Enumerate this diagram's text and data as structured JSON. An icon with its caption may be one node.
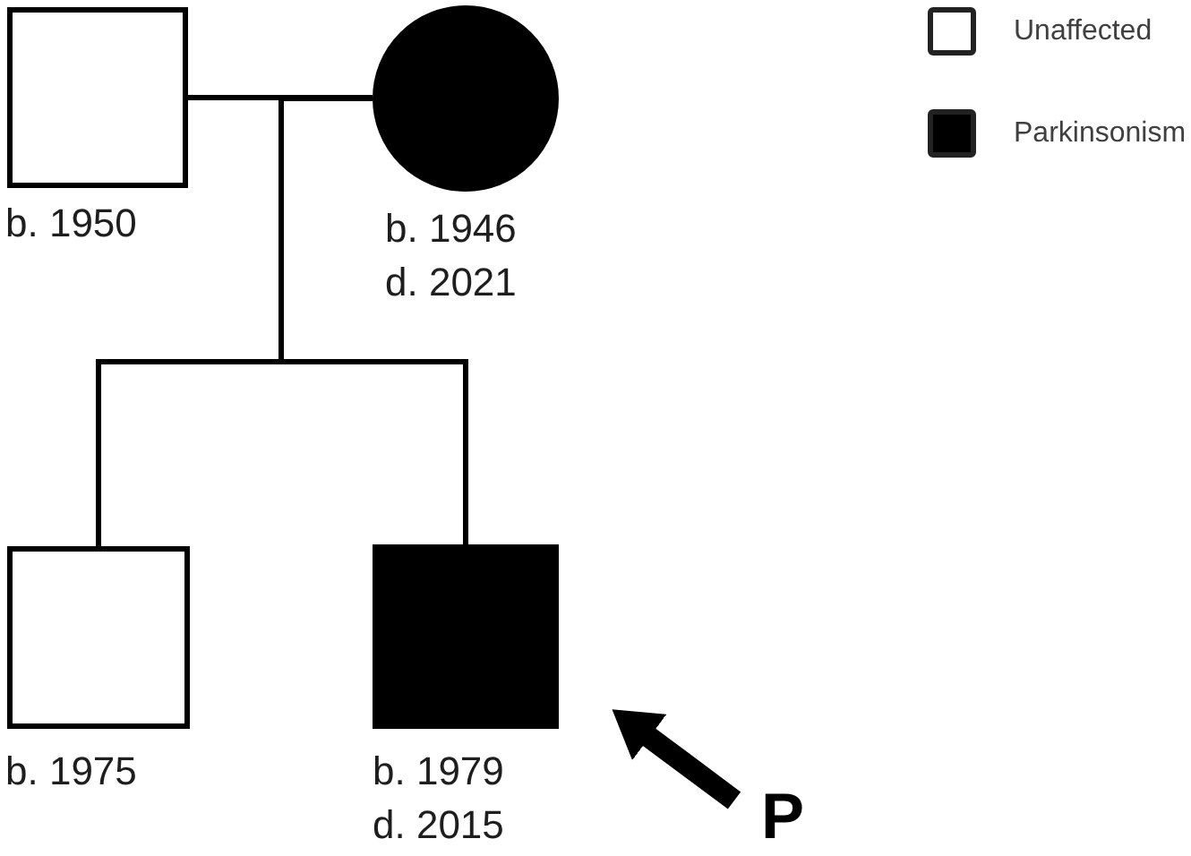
{
  "diagram": {
    "nodes": [
      {
        "text": [],
        "shape": "box",
        "beside": [
          "b. 1950"
        ]
      },
      {
        "text": [],
        "shape": "disc",
        "beside": [
          "b. 1946",
          "d. 2021"
        ]
      },
      {
        "text": [],
        "shape": "box",
        "beside": [
          "b. 1975"
        ]
      },
      {
        "text": [],
        "shape": "block",
        "beside": [
          "b. 1979",
          "d. 2015"
        ]
      },
      {
        "text": [
          "P"
        ]
      }
    ],
    "edges": [
      {
        "from": 0,
        "to": 1,
        "arrow": "none"
      },
      {
        "from": 0,
        "to": 2,
        "arrow": "none"
      },
      {
        "from": 1,
        "to": 2,
        "arrow": "none"
      },
      {
        "from": 0,
        "to": 3,
        "arrow": "none"
      },
      {
        "from": 1,
        "to": 3,
        "arrow": "none"
      },
      {
        "from": 4,
        "to": 3,
        "arrow": "to",
        "style": "thick"
      }
    ],
    "legend": [
      {
        "text": "Unaffected",
        "color": "#ffffff"
      },
      {
        "text": "Parkinsonism",
        "color": "#000000"
      }
    ]
  }
}
